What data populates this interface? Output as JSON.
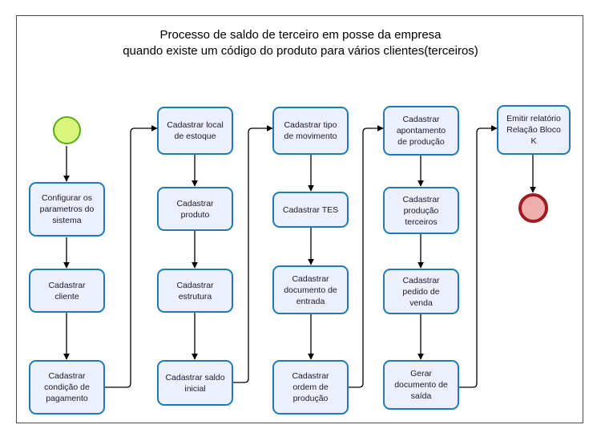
{
  "diagram": {
    "title": "Processo de saldo de terceiro em posse da empresa\nquando existe um código do produto para vários clientes(terceiros)",
    "colors": {
      "node_fill": "#eceffc",
      "node_border": "#1f7bb5",
      "start_fill": "#d9f57e",
      "start_border": "#5aab18",
      "end_fill": "#efaeae",
      "end_border": "#9e1b23",
      "connector": "#000000",
      "frame_border": "#4a4a4a"
    },
    "start_node": {
      "label": "",
      "shape": "circle"
    },
    "end_node": {
      "label": "",
      "shape": "circle"
    },
    "columns": [
      {
        "name": "column-1",
        "nodes": [
          {
            "id": "n1",
            "label": "Configurar os\nparametros do\nsistema"
          },
          {
            "id": "n2",
            "label": "Cadastrar\ncliente"
          },
          {
            "id": "n3",
            "label": "Cadastrar\ncondição de\npagamento"
          }
        ]
      },
      {
        "name": "column-2",
        "nodes": [
          {
            "id": "n4",
            "label": "Cadastrar local\nde estoque"
          },
          {
            "id": "n5",
            "label": "Cadastrar\nproduto"
          },
          {
            "id": "n6",
            "label": "Cadastrar\nestrutura"
          },
          {
            "id": "n7",
            "label": "Cadastrar saldo\ninicial"
          }
        ]
      },
      {
        "name": "column-3",
        "nodes": [
          {
            "id": "n8",
            "label": "Cadastrar tipo\nde movimento"
          },
          {
            "id": "n9",
            "label": "Cadastrar TES"
          },
          {
            "id": "n10",
            "label": "Cadastrar\ndocumento de\nentrada"
          },
          {
            "id": "n11",
            "label": "Cadastrar\nordem de\nprodução"
          }
        ]
      },
      {
        "name": "column-4",
        "nodes": [
          {
            "id": "n12",
            "label": "Cadastrar\napontamento\nde produção"
          },
          {
            "id": "n13",
            "label": "Cadastrar\nprodução\nterceiros"
          },
          {
            "id": "n14",
            "label": "Cadastrar\npedido de\nvenda"
          },
          {
            "id": "n15",
            "label": "Gerar\ndocumento de\nsaída"
          }
        ]
      },
      {
        "name": "column-5",
        "nodes": [
          {
            "id": "n16",
            "label": "Emitir relatório\nRelação Bloco\nK"
          }
        ]
      }
    ]
  }
}
